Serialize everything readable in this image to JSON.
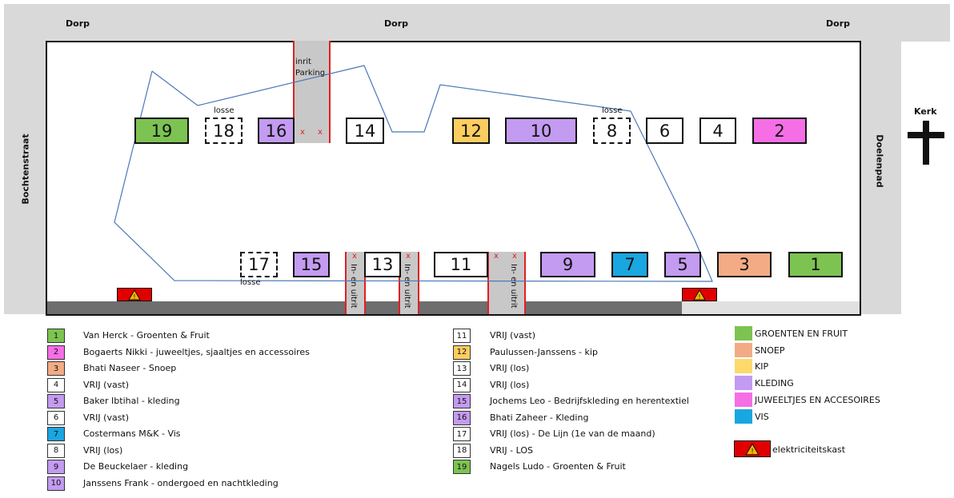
{
  "roads": {
    "top_left": "Dorp",
    "top_middle": "Dorp",
    "top_right": "Dorp",
    "left": "Bochtenstraat",
    "right": "Doelenpad"
  },
  "church_label": "Kerk",
  "entrance_top": {
    "line1": "inrit",
    "line2": "Parking"
  },
  "bottom_entrance_label": "In- en uitrit",
  "x_mark": "x",
  "losse_label": "losse",
  "stalls": [
    {
      "number": "19",
      "color": "#7dc352"
    },
    {
      "number": "18",
      "color": "#ffffff"
    },
    {
      "number": "16",
      "color": "#c39bf0"
    },
    {
      "number": "14",
      "color": "#ffffff"
    },
    {
      "number": "12",
      "color": "#fdcd60"
    },
    {
      "number": "10",
      "color": "#c39bf0"
    },
    {
      "number": "8",
      "color": "#ffffff"
    },
    {
      "number": "6",
      "color": "#ffffff"
    },
    {
      "number": "4",
      "color": "#ffffff"
    },
    {
      "number": "2",
      "color": "#f56ee6"
    },
    {
      "number": "17",
      "color": "#ffffff"
    },
    {
      "number": "15",
      "color": "#c39bf0"
    },
    {
      "number": "13",
      "color": "#ffffff"
    },
    {
      "number": "11",
      "color": "#ffffff"
    },
    {
      "number": "9",
      "color": "#c39bf0"
    },
    {
      "number": "7",
      "color": "#1aa6e0"
    },
    {
      "number": "5",
      "color": "#c39bf0"
    },
    {
      "number": "3",
      "color": "#f2ab85"
    },
    {
      "number": "1",
      "color": "#7dc352"
    }
  ],
  "legend_left": [
    {
      "number": "1",
      "text": "Van Herck - Groenten & Fruit",
      "color": "#7dc352"
    },
    {
      "number": "2",
      "text": "Bogaerts Nikki - juweeltjes, sjaaltjes en accessoires",
      "color": "#f56ee6"
    },
    {
      "number": "3",
      "text": "Bhati Naseer - Snoep",
      "color": "#f2ab85"
    },
    {
      "number": "4",
      "text": "VRIJ (vast)",
      "color": "#ffffff"
    },
    {
      "number": "5",
      "text": "Baker Ibtihal - kleding",
      "color": "#c39bf0"
    },
    {
      "number": "6",
      "text": "VRIJ (vast)",
      "color": "#ffffff"
    },
    {
      "number": "7",
      "text": "Costermans M&K - Vis",
      "color": "#1aa6e0"
    },
    {
      "number": "8",
      "text": "VRIJ (los)",
      "color": "#ffffff"
    },
    {
      "number": "9",
      "text": "De Beuckelaer - kleding",
      "color": "#c39bf0"
    },
    {
      "number": "10",
      "text": "Janssens Frank - ondergoed en nachtkleding",
      "color": "#c39bf0"
    }
  ],
  "legend_middle": [
    {
      "number": "11",
      "text": "VRIJ (vast)",
      "color": "#ffffff"
    },
    {
      "number": "12",
      "text": "Paulussen-Janssens - kip",
      "color": "#fdcd60"
    },
    {
      "number": "13",
      "text": "VRIJ (los)",
      "color": "#ffffff"
    },
    {
      "number": "14",
      "text": "VRIJ (los)",
      "color": "#ffffff"
    },
    {
      "number": "15",
      "text": "Jochems Leo - Bedrijfskleding en herentextiel",
      "color": "#c39bf0"
    },
    {
      "number": "16",
      "text": "Bhati Zaheer - Kleding",
      "color": "#c39bf0"
    },
    {
      "number": "17",
      "text": "VRIJ (los) - De Lijn (1e van de maand)",
      "color": "#ffffff"
    },
    {
      "number": "18",
      "text": "VRIJ - LOS",
      "color": "#ffffff"
    },
    {
      "number": "19",
      "text": "Nagels Ludo - Groenten & Fruit",
      "color": "#7dc352"
    }
  ],
  "categories": [
    {
      "label": "GROENTEN EN FRUIT",
      "color": "#7dc352"
    },
    {
      "label": "SNOEP",
      "color": "#f2ab85"
    },
    {
      "label": "KIP",
      "color": "#fdd96b"
    },
    {
      "label": "KLEDING",
      "color": "#c39bf0"
    },
    {
      "label": "JUWEELTJES EN ACCESOIRES",
      "color": "#f56ee6"
    },
    {
      "label": "VIS",
      "color": "#1aa6e0"
    }
  ],
  "electric_label": "elektriciteitskast",
  "electric_icon": "warning-triangle-icon"
}
